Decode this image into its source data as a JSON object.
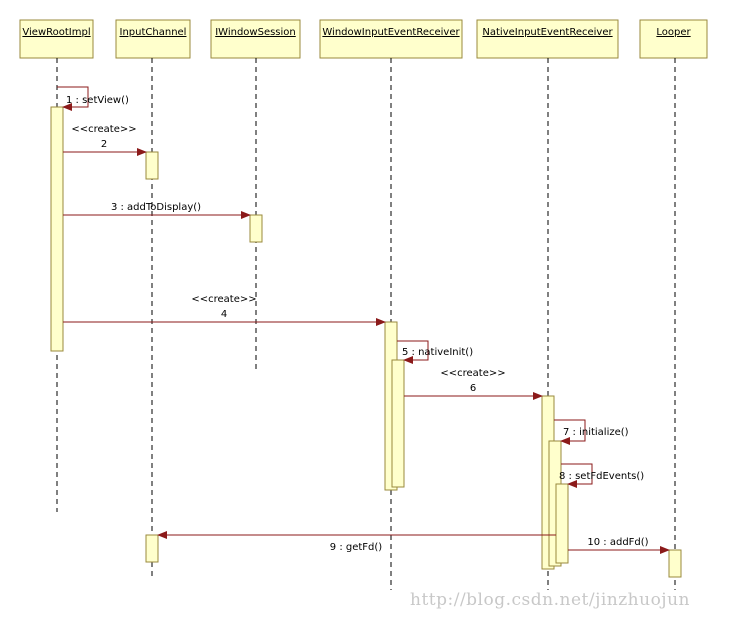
{
  "participants": [
    {
      "id": "viewrootimpl",
      "name": "ViewRootImpl"
    },
    {
      "id": "inputchannel",
      "name": "InputChannel"
    },
    {
      "id": "iwindowsession",
      "name": "IWindowSession"
    },
    {
      "id": "windowinputeventreceiver",
      "name": "WindowInputEventReceiver"
    },
    {
      "id": "nativeinputeventreceiver",
      "name": "NativeInputEventReceiver"
    },
    {
      "id": "looper",
      "name": "Looper"
    }
  ],
  "messages": [
    {
      "id": "m1",
      "label": "1 : setView()",
      "stereotype": ""
    },
    {
      "id": "m2",
      "label": "2",
      "stereotype": "<<create>>"
    },
    {
      "id": "m3",
      "label": "3 : addToDisplay()",
      "stereotype": ""
    },
    {
      "id": "m4",
      "label": "4",
      "stereotype": "<<create>>"
    },
    {
      "id": "m5",
      "label": "5 : nativeInit()",
      "stereotype": ""
    },
    {
      "id": "m6",
      "label": "6",
      "stereotype": "<<create>>"
    },
    {
      "id": "m7",
      "label": "7 : initialize()",
      "stereotype": ""
    },
    {
      "id": "m8",
      "label": "8 : setFdEvents()",
      "stereotype": ""
    },
    {
      "id": "m9",
      "label": "9 : getFd()",
      "stereotype": ""
    },
    {
      "id": "m10",
      "label": "10 : addFd()",
      "stereotype": ""
    }
  ],
  "watermark": "http://blog.csdn.net/jinzhuojun",
  "colors": {
    "box_fill": "#ffffcc",
    "box_stroke": "#9a8a3c",
    "activation_fill": "#ffffcc",
    "message_line": "#8b1a1a",
    "lifeline": "#000000"
  }
}
